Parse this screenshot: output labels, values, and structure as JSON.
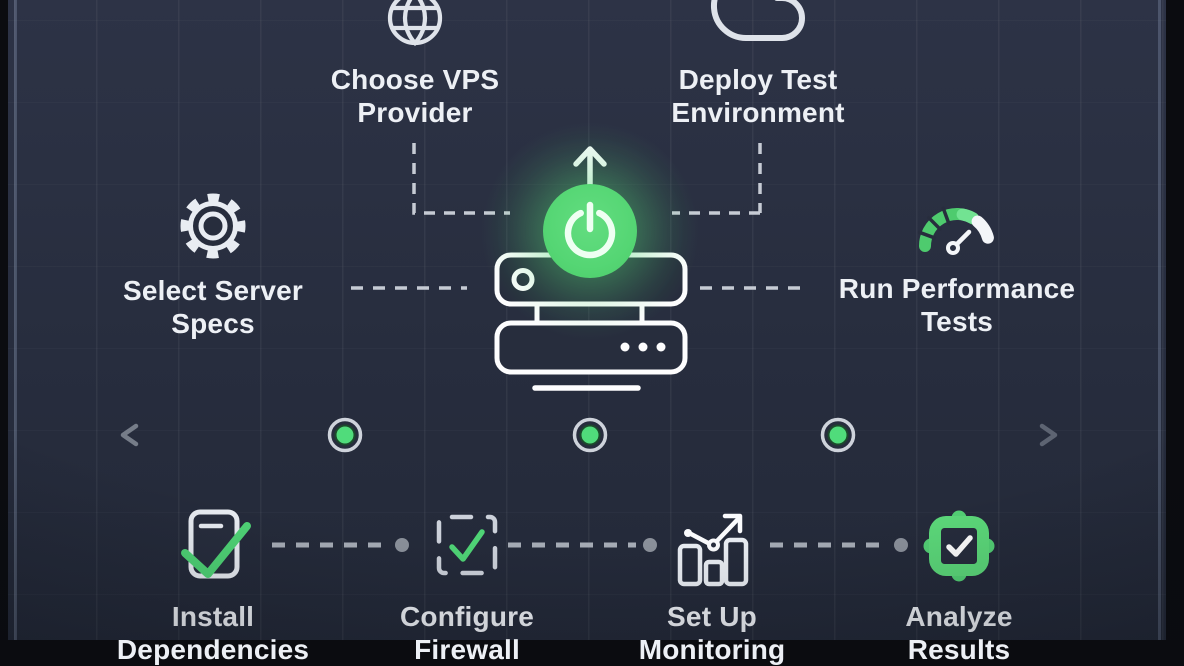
{
  "colors": {
    "background": "#272d3e",
    "edge_bars": "#0b0c10",
    "text": "#edf0f5",
    "accent_green": "#57d873",
    "check_green": "#4fd476",
    "dot_green": "#50dc7b",
    "connector_gray": "#c6cbd4",
    "icon_white": "#e9edf3"
  },
  "steps": {
    "top": [
      {
        "label": "Choose VPS Provider",
        "icon": "globe-icon"
      },
      {
        "label": "Deploy Test Environment",
        "icon": "cloud-icon"
      }
    ],
    "middle": [
      {
        "label": "Select Server Specs",
        "icon": "gear-icon"
      },
      {
        "label": "Run Performance Tests",
        "icon": "gauge-icon"
      }
    ],
    "bottom": [
      {
        "label": "Install Dependencies",
        "icon": "clipboard-check-icon"
      },
      {
        "label": "Configure Firewall",
        "icon": "dashed-box-check-icon"
      },
      {
        "label": "Set Up Monitoring",
        "icon": "bar-chart-trend-icon"
      },
      {
        "label": "Analyze Results",
        "icon": "badge-check-icon"
      }
    ]
  },
  "center": {
    "icons": [
      "power-icon",
      "server-icon",
      "up-arrow-icon"
    ]
  },
  "timeline": {
    "dots": 3,
    "direction": "both-arrows"
  }
}
